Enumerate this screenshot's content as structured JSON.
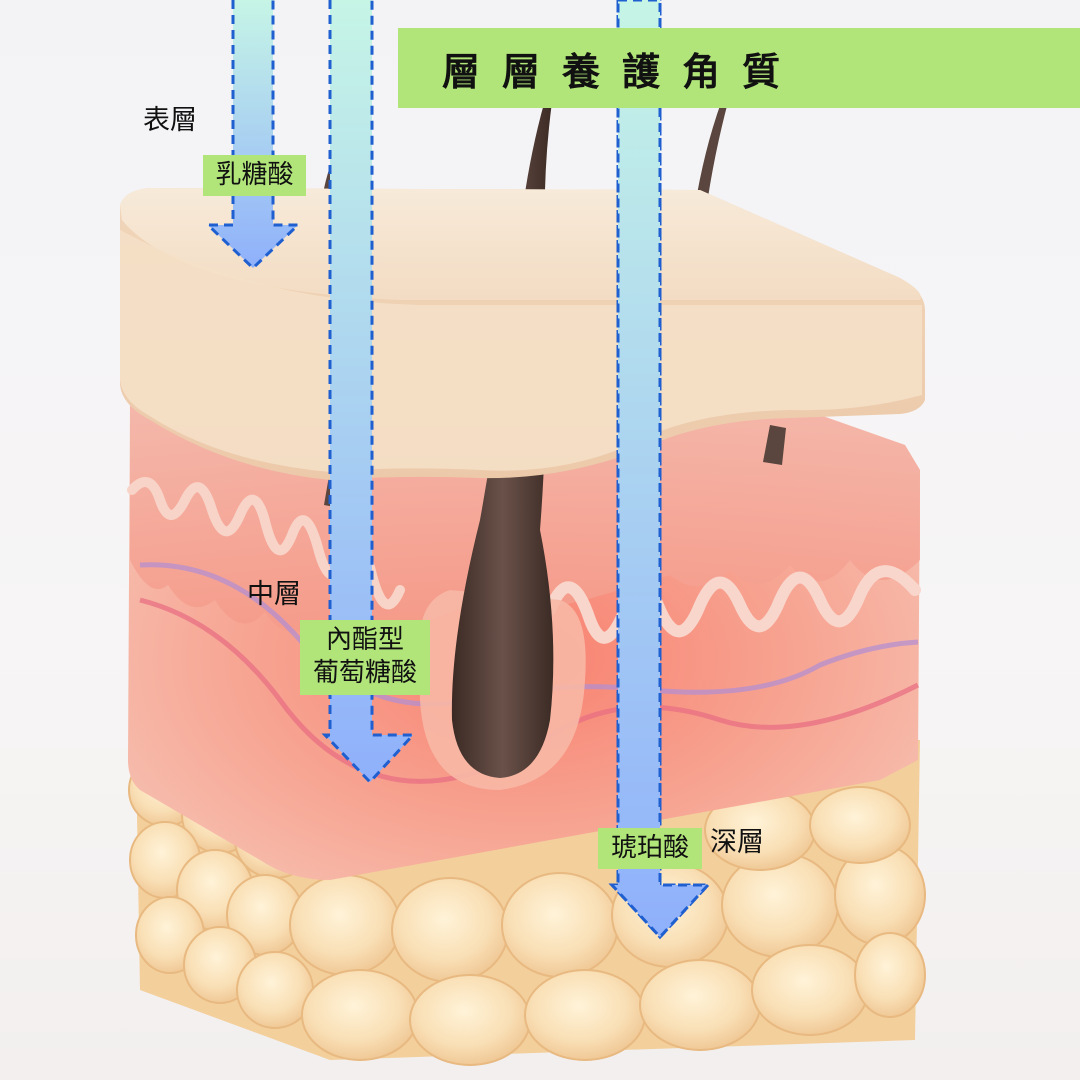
{
  "title": "層層養護角質",
  "layers": {
    "surface": "表層",
    "middle": "中層",
    "deep": "深層"
  },
  "acids": {
    "lactic": "乳糖酸",
    "gluconolactone_line1": "內酯型",
    "gluconolactone_line2": "葡萄糖酸",
    "succinic": "琥珀酸"
  },
  "colors": {
    "banner": "#b1e57a",
    "arrow_top": "#c6f5e6",
    "arrow_bottom": "#8fb0fb",
    "arrow_outline": "#1f5fd0",
    "epidermis": "#f6e2cc",
    "dermis": "#f6a89a",
    "fat": "#f8dcb0",
    "hair": "#4d3a33"
  }
}
